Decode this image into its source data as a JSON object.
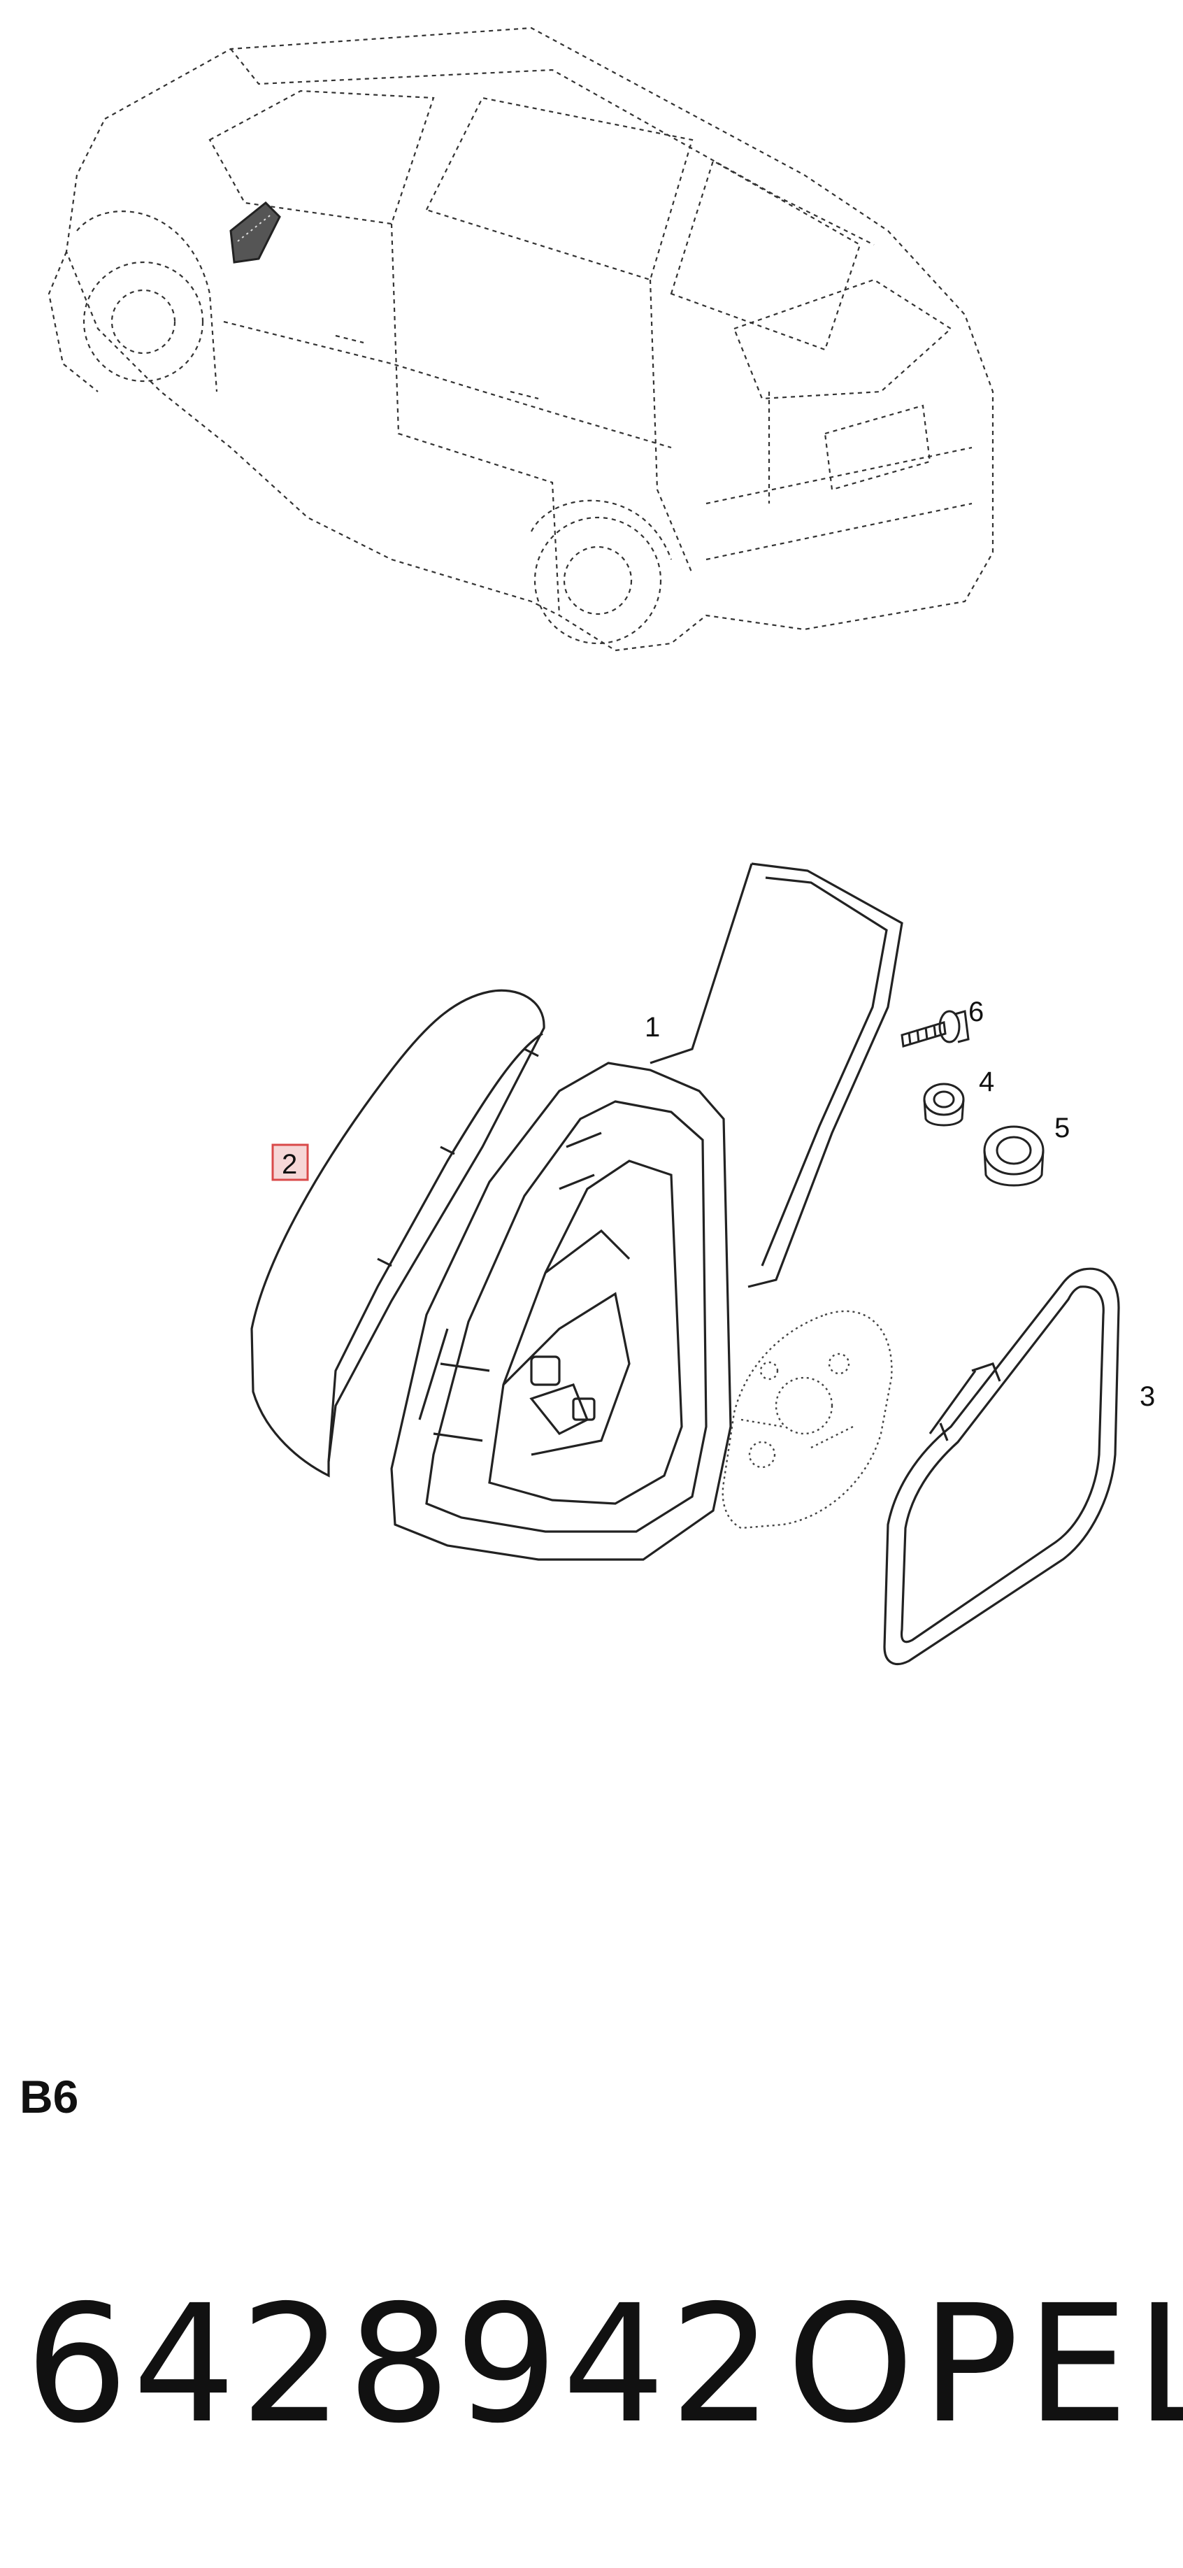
{
  "diagram": {
    "callouts": [
      {
        "id": "1",
        "label": "1",
        "highlighted": false
      },
      {
        "id": "2",
        "label": "2",
        "highlighted": true
      },
      {
        "id": "3",
        "label": "3",
        "highlighted": false
      },
      {
        "id": "4",
        "label": "4",
        "highlighted": false
      },
      {
        "id": "5",
        "label": "5",
        "highlighted": false
      },
      {
        "id": "6",
        "label": "6",
        "highlighted": false
      }
    ],
    "highlight_color": "#d94a4a"
  },
  "footer": {
    "section_code": "B6",
    "part_number": "6428942",
    "brand": "OPEL"
  }
}
